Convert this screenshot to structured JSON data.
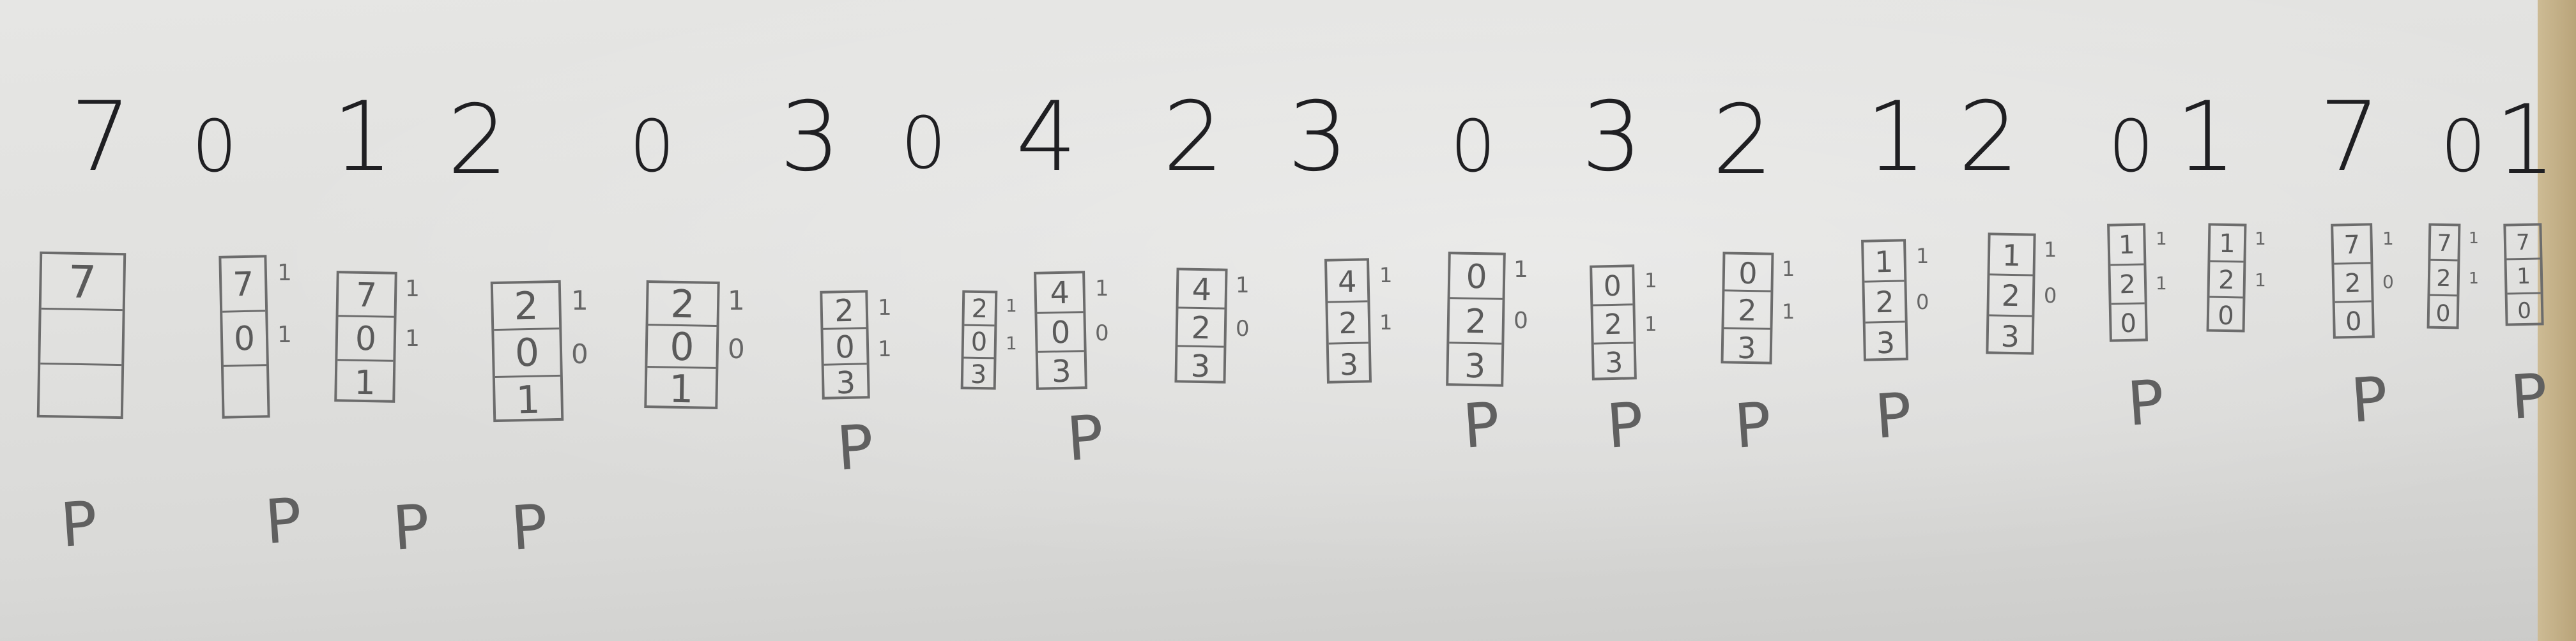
{
  "reference_string": [
    "7",
    "0",
    "1",
    "2",
    "0",
    "3",
    "0",
    "4",
    "2",
    "3",
    "0",
    "3",
    "2",
    "1",
    "2",
    "0",
    "1",
    "7",
    "0",
    "1"
  ],
  "fault_label": "P",
  "steps": [
    {
      "frames": [
        "7",
        "",
        ""
      ],
      "marks": [],
      "fault": true
    },
    {
      "frames": [
        "7",
        "0",
        ""
      ],
      "marks": [
        "1",
        "1"
      ],
      "fault": true
    },
    {
      "frames": [
        "7",
        "0",
        "1"
      ],
      "marks": [
        "1",
        "1"
      ],
      "fault": true
    },
    {
      "frames": [
        "2",
        "0",
        "1"
      ],
      "marks": [
        "1",
        "0"
      ],
      "fault": true
    },
    {
      "frames": [
        "2",
        "0",
        "1"
      ],
      "marks": [
        "1",
        "0"
      ],
      "fault": false
    },
    {
      "frames": [
        "2",
        "0",
        "3"
      ],
      "marks": [
        "1",
        "1"
      ],
      "fault": true
    },
    {
      "frames": [
        "2",
        "0",
        "3"
      ],
      "marks": [
        "1",
        "1"
      ],
      "fault": false
    },
    {
      "frames": [
        "4",
        "0",
        "3"
      ],
      "marks": [
        "1",
        "0"
      ],
      "fault": true
    },
    {
      "frames": [
        "4",
        "2",
        "3"
      ],
      "marks": [
        "1",
        "0"
      ],
      "fault": false
    },
    {
      "frames": [
        "4",
        "2",
        "3"
      ],
      "marks": [
        "1",
        "1"
      ],
      "fault": false
    },
    {
      "frames": [
        "0",
        "2",
        "3"
      ],
      "marks": [
        "1",
        "0"
      ],
      "fault": true
    },
    {
      "frames": [
        "0",
        "2",
        "3"
      ],
      "marks": [
        "1",
        "1"
      ],
      "fault": true
    },
    {
      "frames": [
        "0",
        "2",
        "3"
      ],
      "marks": [
        "1",
        "1"
      ],
      "fault": true
    },
    {
      "frames": [
        "1",
        "2",
        "3"
      ],
      "marks": [
        "1",
        "0"
      ],
      "fault": true
    },
    {
      "frames": [
        "1",
        "2",
        "3"
      ],
      "marks": [
        "1",
        "0"
      ],
      "fault": false
    },
    {
      "frames": [
        "1",
        "2",
        "0"
      ],
      "marks": [
        "1",
        "1"
      ],
      "fault": true
    },
    {
      "frames": [
        "1",
        "2",
        "0"
      ],
      "marks": [
        "1",
        "1"
      ],
      "fault": false
    },
    {
      "frames": [
        "7",
        "2",
        "0"
      ],
      "marks": [
        "1",
        "0"
      ],
      "fault": true
    },
    {
      "frames": [
        "7",
        "2",
        "0"
      ],
      "marks": [
        "1",
        "1"
      ],
      "fault": false
    },
    {
      "frames": [
        "7",
        "1",
        "0"
      ],
      "marks": [],
      "fault": true
    }
  ],
  "colors": {
    "ink": "#1f1f22",
    "pencil": "#6a6a6a",
    "paper": "#e3e3e1"
  }
}
